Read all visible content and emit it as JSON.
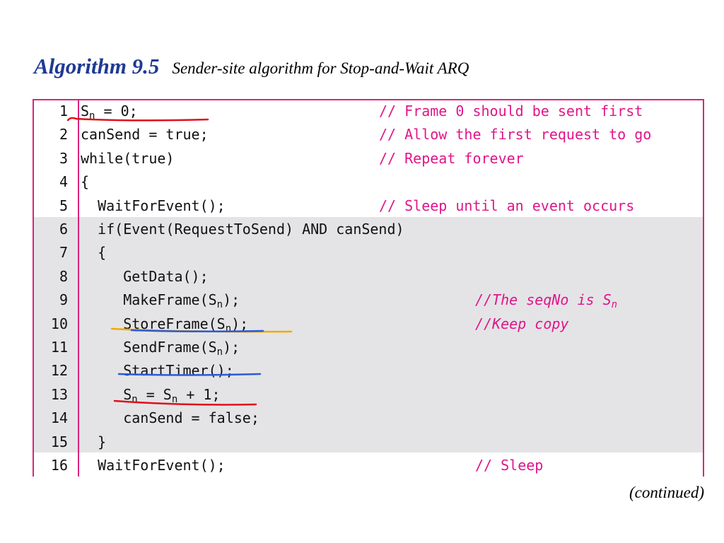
{
  "heading": {
    "label": "Algorithm 9.5",
    "caption": "Sender-site algorithm for Stop-and-Wait ARQ"
  },
  "lines": [
    {
      "num": "1",
      "code": [
        "S",
        "n",
        " = 0;"
      ],
      "comment": "// Frame 0 should be sent first",
      "comment_col": "mid"
    },
    {
      "num": "2",
      "code": [
        "canSend = true;"
      ],
      "comment": "// Allow the first request to go",
      "comment_col": "mid"
    },
    {
      "num": "3",
      "code": [
        "while(true)"
      ],
      "comment": "// Repeat forever",
      "comment_col": "mid"
    },
    {
      "num": "4",
      "code": [
        "{"
      ],
      "comment": "",
      "comment_col": "mid"
    },
    {
      "num": "5",
      "code": [
        "  WaitForEvent();"
      ],
      "comment": "// Sleep until an event occurs",
      "comment_col": "mid"
    },
    {
      "num": "6",
      "code": [
        "  if(Event(RequestToSend) AND canSend)"
      ],
      "comment": "",
      "comment_col": "far"
    },
    {
      "num": "7",
      "code": [
        "  {"
      ],
      "comment": "",
      "comment_col": "far"
    },
    {
      "num": "8",
      "code": [
        "     GetData();"
      ],
      "comment": "",
      "comment_col": "far"
    },
    {
      "num": "9",
      "code": [
        "     MakeFrame(S",
        "n",
        ");"
      ],
      "comment": [
        "//The seqNo is S",
        "n"
      ],
      "comment_col": "far",
      "comment_italic": true
    },
    {
      "num": "10",
      "code": [
        "     StoreFrame(S",
        "n",
        ");"
      ],
      "comment": "//Keep copy",
      "comment_col": "far",
      "comment_italic": true
    },
    {
      "num": "11",
      "code": [
        "     SendFrame(S",
        "n",
        ");"
      ],
      "comment": "",
      "comment_col": "far"
    },
    {
      "num": "12",
      "code": [
        "     StartTimer();"
      ],
      "comment": "",
      "comment_col": "far"
    },
    {
      "num": "13",
      "code": [
        "     S",
        "n",
        " = S",
        "n",
        " + 1;"
      ],
      "comment": "",
      "comment_col": "far"
    },
    {
      "num": "14",
      "code": [
        "     canSend = false;"
      ],
      "comment": "",
      "comment_col": "far"
    },
    {
      "num": "15",
      "code": [
        "  }"
      ],
      "comment": "",
      "comment_col": "far"
    },
    {
      "num": "16",
      "code": [
        "  WaitForEvent();"
      ],
      "comment": "// Sleep",
      "comment_col": "far"
    }
  ],
  "continued": "(continued)",
  "colors": {
    "label": "#1f3a93",
    "border": "#d9237e",
    "comment": "#e0158a",
    "shade": "#e4e4e6",
    "ink_red": "#e0101a",
    "ink_blue": "#2a5bd7",
    "ink_orange": "#f2a900"
  }
}
